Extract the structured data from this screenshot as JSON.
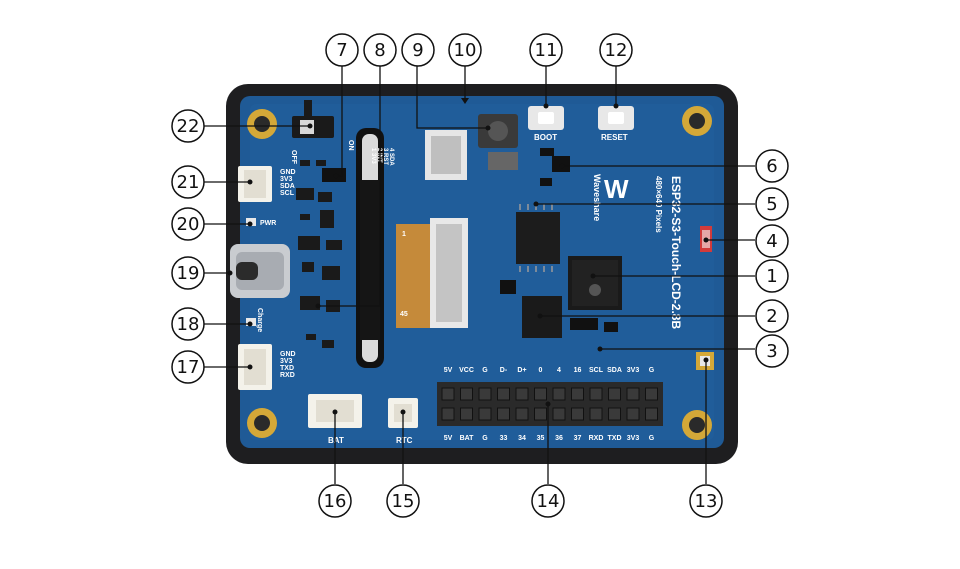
{
  "board": {
    "brand": "Waveshare",
    "title": "ESP32-S3-Touch-LCD-2.8B",
    "resolution": "480×640 Pixels",
    "switch_off": "OFF",
    "switch_on": "ON",
    "btn_boot": "BOOT",
    "btn_reset": "RESET",
    "i2c_pins": [
      "GND",
      "3V3",
      "SDA",
      "SCL"
    ],
    "pwr_led": "PWR",
    "charge_led": "Charge",
    "uart_pins": [
      "GND",
      "3V3",
      "TXD",
      "RXD"
    ],
    "bat_label": "BAT",
    "rtc_label": "RTC",
    "header_top": [
      "5V",
      "VCC",
      "G",
      "D-",
      "D+",
      "0",
      "4",
      "16",
      "SCL",
      "SDA",
      "3V3",
      "G"
    ],
    "header_bottom": [
      "5V",
      "BAT",
      "G",
      "33",
      "34",
      "35",
      "36",
      "37",
      "RXD",
      "TXD",
      "3V3",
      "G"
    ],
    "ffc_pins": [
      "1 3V3",
      "2 INT",
      "3 RST",
      "4 SDA"
    ],
    "ffc_num": "1",
    "ffc_num2": "45"
  },
  "callouts": [
    "1",
    "2",
    "3",
    "4",
    "5",
    "6",
    "7",
    "8",
    "9",
    "10",
    "11",
    "12",
    "13",
    "14",
    "15",
    "16",
    "17",
    "18",
    "19",
    "20",
    "21",
    "22"
  ],
  "colors": {
    "frame": "#1e1e20",
    "pcb": "#1f5a96",
    "pcb_dark": "#174a7e",
    "gold": "#d4a838",
    "header": "#2a2a2a",
    "flex": "#c58a3a"
  }
}
